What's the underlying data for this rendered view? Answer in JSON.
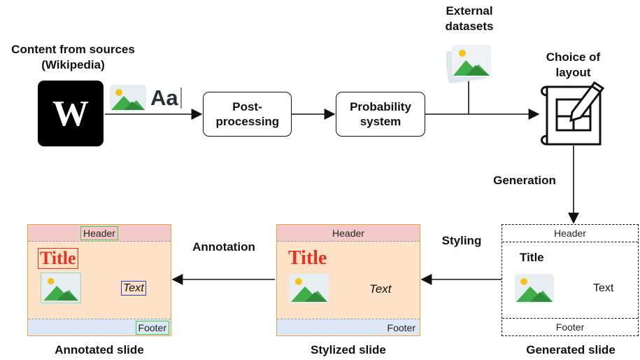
{
  "labels": {
    "content_sources": "Content from sources (Wikipedia)",
    "external_datasets": "External datasets",
    "choice_of_layout": "Choice of layout",
    "generation": "Generation",
    "styling": "Styling",
    "annotation": "Annotation"
  },
  "boxes": {
    "post_processing": "Post-processing",
    "probability_system": "Probability system"
  },
  "wiki_glyph": "W",
  "text_glyph": "Aa",
  "slides": {
    "generated": {
      "caption": "Generated slide",
      "header": "Header",
      "title": "Title",
      "text": "Text",
      "footer": "Footer"
    },
    "stylized": {
      "caption": "Stylized slide",
      "header": "Header",
      "title": "Title",
      "text": "Text",
      "footer": "Footer"
    },
    "annotated": {
      "caption": "Annotated slide",
      "header": "Header",
      "title": "Title",
      "text": "Text",
      "footer": "Footer"
    }
  },
  "colors": {
    "slide_header_bg": "#f3c9c9",
    "slide_body_bg": "#fde2c8",
    "slide_footer_bg": "#dce6f5",
    "slide_border": "#e8a24a",
    "title_red": "#e8321e",
    "annot_green": "#3fcf3f",
    "annot_blue": "#2a3fbf",
    "image_green": "#3fae49"
  }
}
